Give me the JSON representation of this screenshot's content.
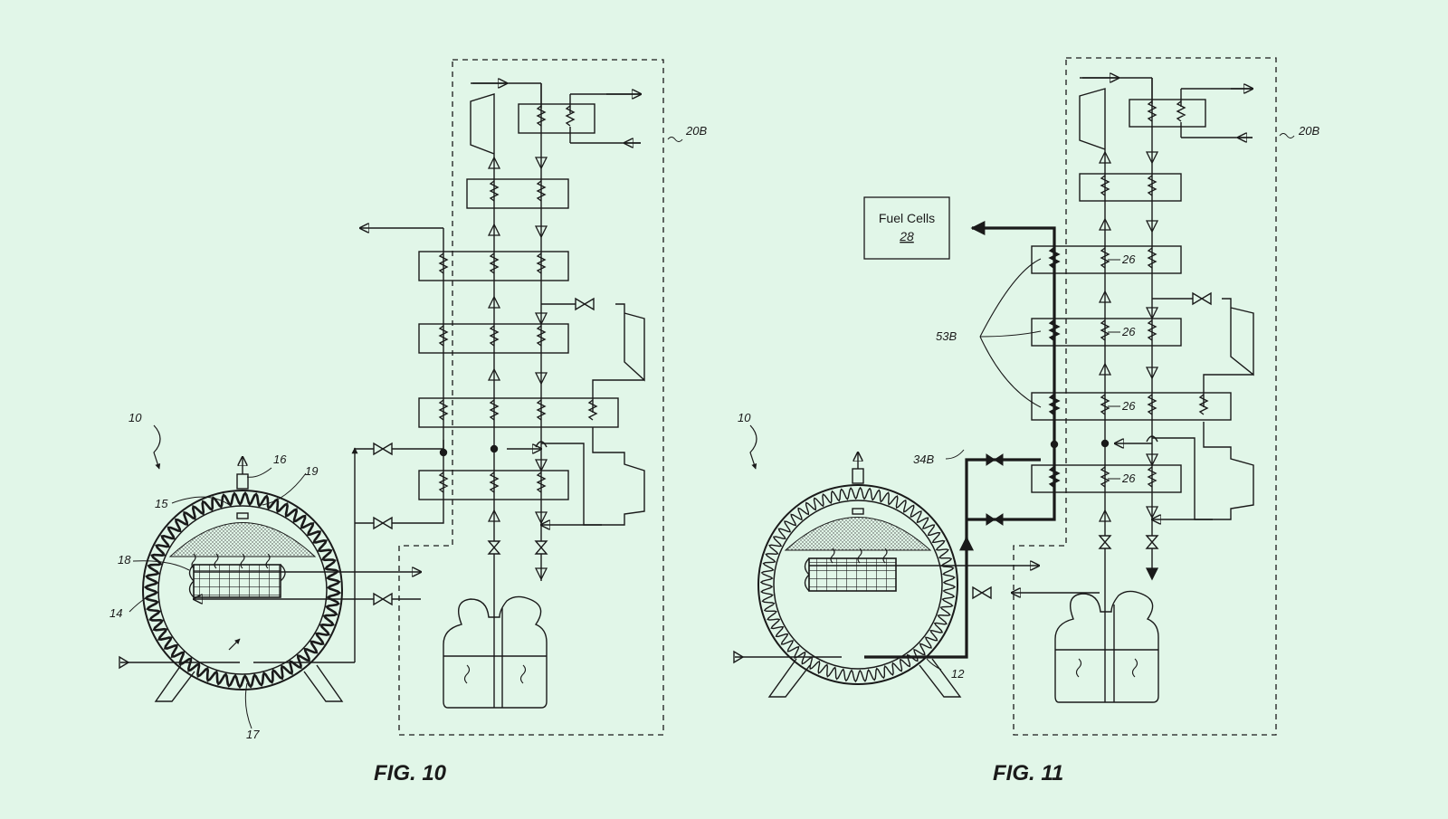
{
  "background_color": "#e1f6e8",
  "line_color": "#1a1a1a",
  "fig10": {
    "caption": "FIG. 10",
    "labels": {
      "system": "10",
      "module": "20B",
      "l14": "14",
      "l15": "15",
      "l16": "16",
      "l17": "17",
      "l18": "18",
      "l19": "19"
    }
  },
  "fig11": {
    "caption": "FIG. 11",
    "labels": {
      "system": "10",
      "module": "20B",
      "l12": "12",
      "l34b": "34B",
      "l53b": "53B"
    },
    "exchanger_label": "26",
    "fuel_cells": {
      "title": "Fuel Cells",
      "number": "28"
    }
  }
}
